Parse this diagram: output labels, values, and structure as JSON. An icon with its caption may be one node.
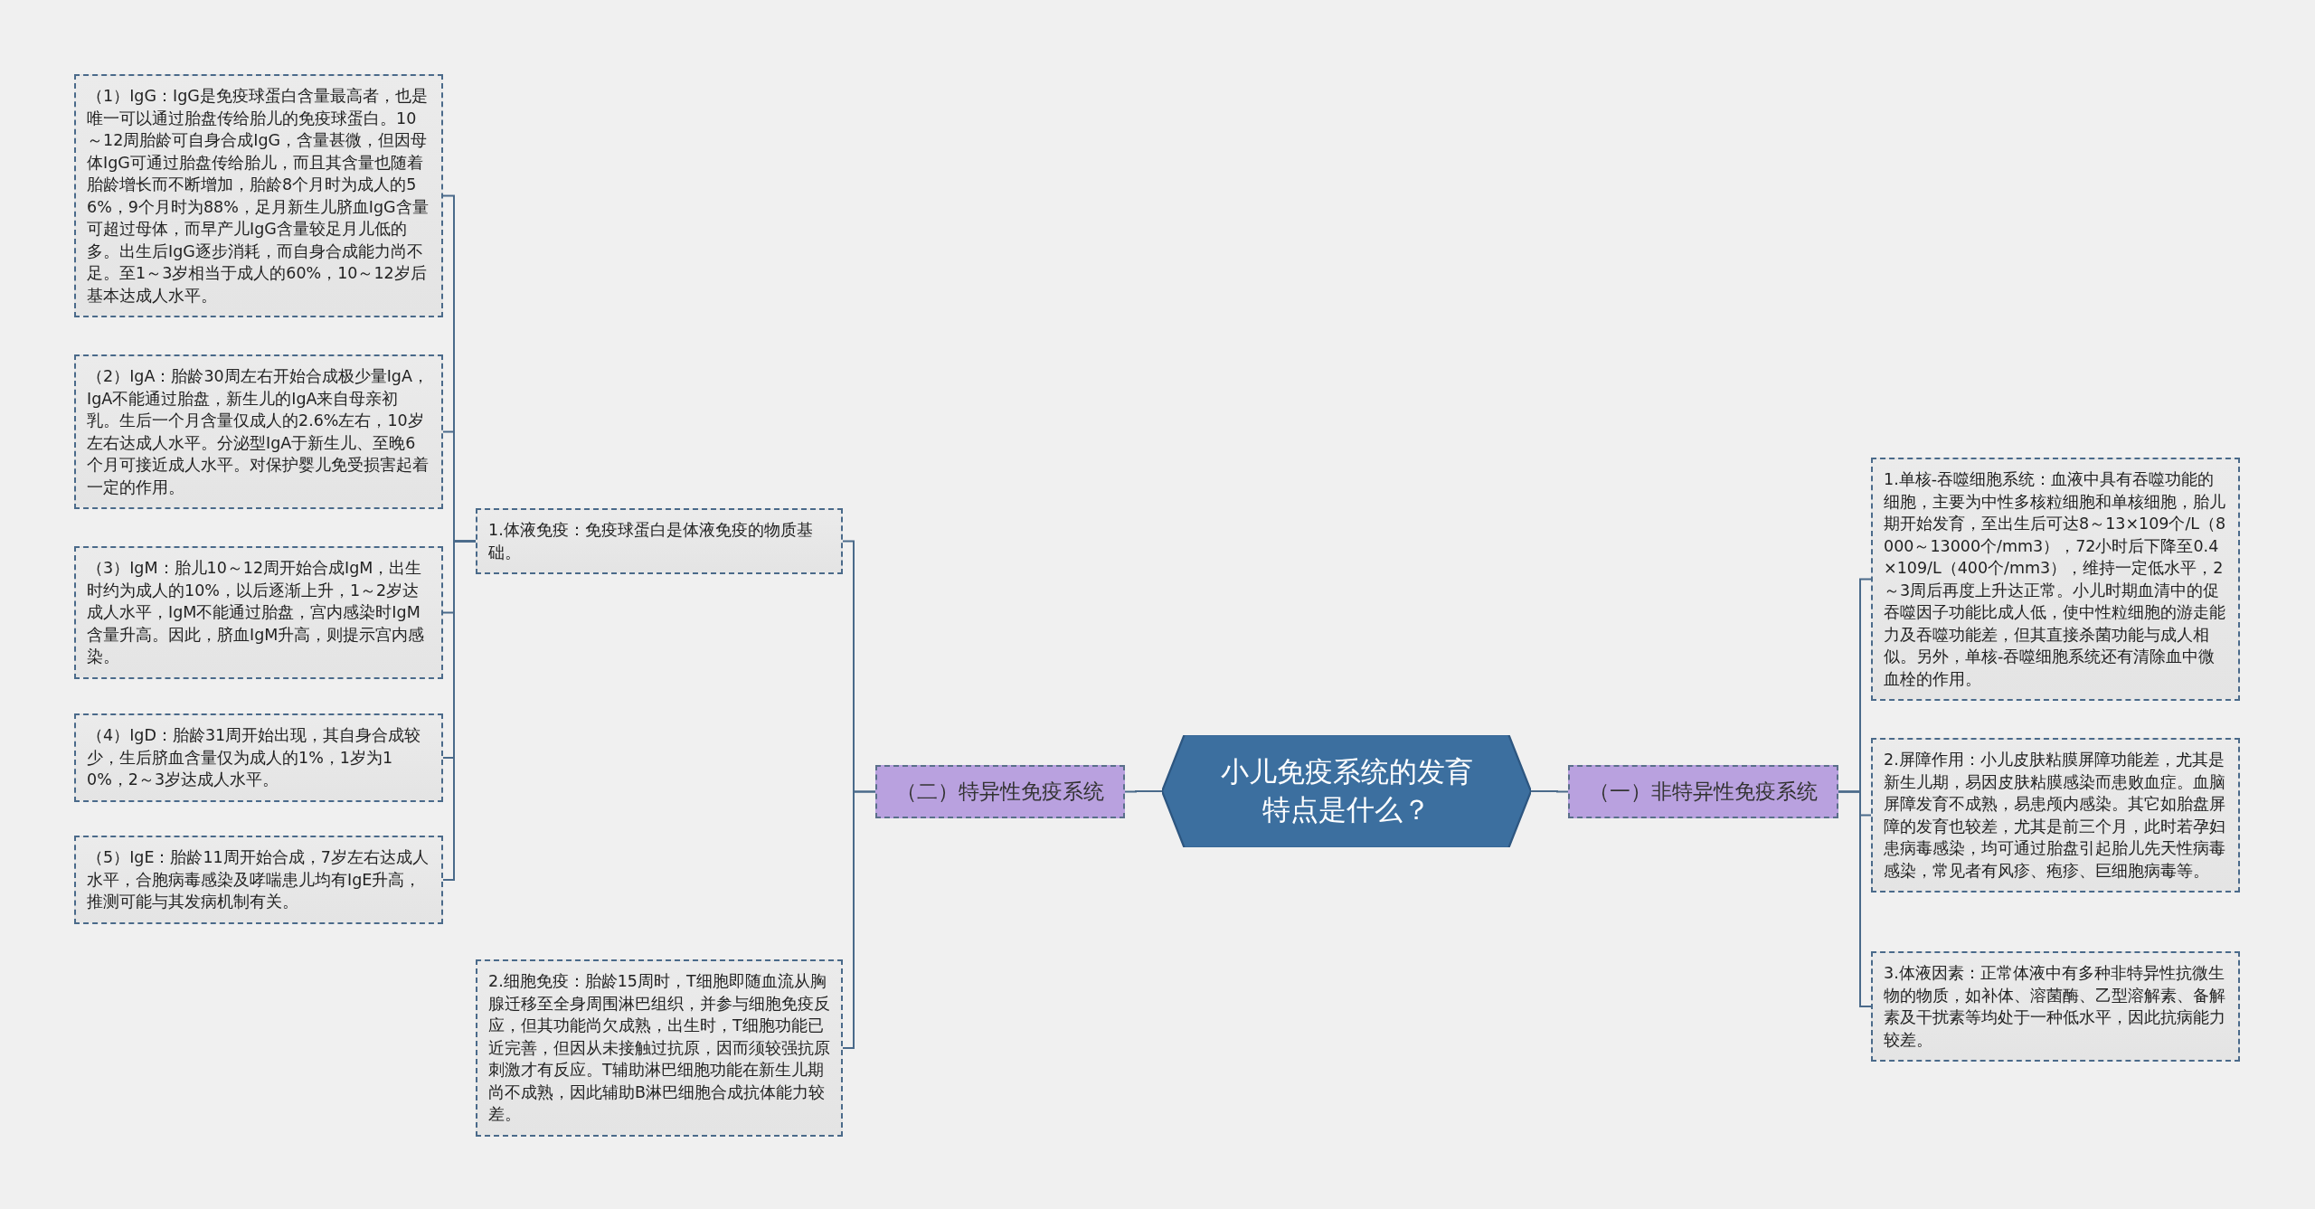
{
  "diagram": {
    "nodes": [
      {
        "text": [
          "小儿免疫系统的发育特点是什么？"
        ]
      },
      {
        "text": [
          "（二）特异性免疫系统"
        ]
      },
      {
        "text": [
          "1.体液免疫：免疫球蛋白是体液免疫的物质基础。"
        ]
      },
      {
        "text": [
          "（1）IgG：IgG是免疫球蛋白含量最高者，也是唯一可以通过胎盘传给胎儿的免疫球蛋白。10～12周胎龄可自身合成IgG，含量甚微，但因母体IgG可通过胎盘传给胎儿，而且其含量也随着胎龄增长而不断增加，胎龄8个月时为成人的56%，9个月时为88%，足月新生儿脐血IgG含量可超过母体，而早产儿IgG含量较足月儿低的多。出生后IgG逐步消耗，而自身合成能力尚不足。至1～3岁相当于成人的60%，10～12岁后基本达成人水平。"
        ]
      },
      {
        "text": [
          "（2）IgA：胎龄30周左右开始合成极少量IgA，IgA不能通过胎盘，新生儿的IgA来自母亲初乳。生后一个月含量仅成人的2.6%左右，10岁左右达成人水平。分泌型IgA于新生儿、至晚6个月可接近成人水平。对保护婴儿免受损害起着一定的作用。"
        ]
      },
      {
        "text": [
          "（3）IgM：胎儿10～12周开始合成IgM，出生时约为成人的10%，以后逐渐上升，1～2岁达成人水平，IgM不能通过胎盘，宫内感染时IgM含量升高。因此，脐血IgM升高，则提示宫内感染。"
        ]
      },
      {
        "text": [
          "（4）IgD：胎龄31周开始出现，其自身合成较少，生后脐血含量仅为成人的1%，1岁为10%，2～3岁达成人水平。"
        ]
      },
      {
        "text": [
          "（5）IgE：胎龄11周开始合成，7岁左右达成人水平，合胞病毒感染及哮喘患儿均有IgE升高，推测可能与其发病机制有关。"
        ]
      },
      {
        "text": [
          "2.细胞免疫：胎龄15周时，T细胞即随血流从胸腺迁移至全身周围淋巴组织，并参与细胞免疫反应，但其功能尚欠成熟，出生时，T细胞功能已近完善，但因从未接触过抗原，因而须较强抗原刺激才有反应。T辅助淋巴细胞功能在新生儿期尚不成熟，因此辅助B淋巴细胞合成抗体能力较差。"
        ]
      },
      {
        "text": [
          "（一）非特异性免疫系统"
        ]
      },
      {
        "text": [
          "1.单核-吞噬细胞系统：血液中具有吞噬功能的细胞，主要为中性多核粒细胞和单核细胞，胎儿期开始发育，至出生后可达8～13×109个/L（8000～13000个/mm3），72小时后下降至0.4×109/L（400个/mm3），维持一定低水平，2～3周后再度上升达正常。小儿时期血清中的促吞噬因子功能比成人低，使中性粒细胞的游走能力及吞噬功能差，但其直接杀菌功能与成人相似。另外，单核-吞噬细胞系统还有清除血中微血栓的作用。"
        ]
      },
      {
        "text": [
          "2.屏障作用：小儿皮肤粘膜屏障功能差，尤其是新生儿期，易因皮肤粘膜感染而患败血症。血脑屏障发育不成熟，易患颅内感染。其它如胎盘屏障的发育也较差，尤其是前三个月，此时若孕妇患病毒感染，均可通过胎盘引起胎儿先天性病毒感染，常见者有风疹、疱疹、巨细胞病毒等。"
        ]
      },
      {
        "text": [
          "3.体液因素：正常体液中有多种非特异性抗微生物的物质，如补体、溶菌酶、乙型溶解素、备解素及干扰素等均处于一种低水平，因此抗病能力较差。"
        ]
      }
    ],
    "edges": [
      {
        "from": 0,
        "to": 1,
        "arrow": "none"
      },
      {
        "from": 1,
        "to": 2,
        "arrow": "none"
      },
      {
        "from": 2,
        "to": 3,
        "arrow": "none"
      },
      {
        "from": 2,
        "to": 4,
        "arrow": "none"
      },
      {
        "from": 2,
        "to": 5,
        "arrow": "none"
      },
      {
        "from": 2,
        "to": 6,
        "arrow": "none"
      },
      {
        "from": 2,
        "to": 7,
        "arrow": "none"
      },
      {
        "from": 1,
        "to": 8,
        "arrow": "none"
      },
      {
        "from": 0,
        "to": 9,
        "arrow": "none"
      },
      {
        "from": 9,
        "to": 10,
        "arrow": "none"
      },
      {
        "from": 9,
        "to": 11,
        "arrow": "none"
      },
      {
        "from": 9,
        "to": 12,
        "arrow": "none"
      }
    ]
  }
}
